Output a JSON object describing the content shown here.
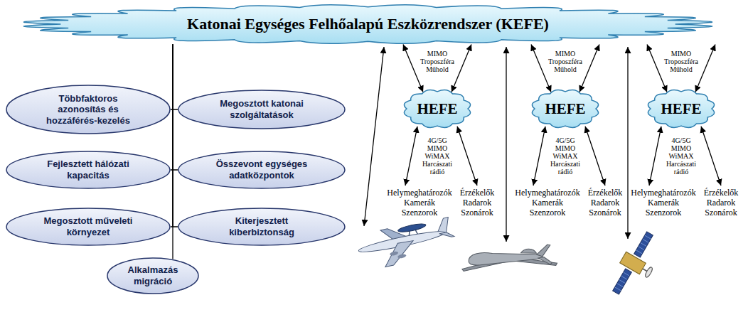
{
  "diagram": {
    "nodes": [
      {
        "text": [
          "Katonai Egységes Felhőalapú Eszközrendszer (KEFE)"
        ]
      },
      {
        "text": [
          "Többfaktoros azonosítás és hozzáférés-kezelés"
        ]
      },
      {
        "text": [
          "Megosztott katonai szolgáltatások"
        ]
      },
      {
        "text": [
          "Fejlesztett hálózati kapacitás"
        ]
      },
      {
        "text": [
          "Összevont egységes adatközpontok"
        ]
      },
      {
        "text": [
          "Megosztott műveleti környezet"
        ]
      },
      {
        "text": [
          "Kiterjesztett kiberbiztonság"
        ]
      },
      {
        "text": [
          "Alkalmazás migráció"
        ]
      },
      {
        "text": [
          "HEFE"
        ]
      },
      {
        "text": [
          "Helymeghatározók Kamerák Szenzorok"
        ]
      },
      {
        "text": [
          "Érzékelők Radarok Szonárok"
        ]
      },
      {
        "text": [
          "HEFE"
        ]
      },
      {
        "text": [
          "Helymeghatározók Kamerák Szenzorok"
        ]
      },
      {
        "text": [
          "Érzékelők Radarok Szonárok"
        ]
      },
      {
        "text": [
          "HEFE"
        ]
      },
      {
        "text": [
          "Helymeghatározók Kamerák Szenzorok"
        ]
      },
      {
        "text": [
          "Érzékelők Radarok Szonárok"
        ]
      }
    ],
    "edges": [
      {
        "from": 0,
        "to": 1,
        "arrow": "none"
      },
      {
        "from": 0,
        "to": 2,
        "arrow": "none"
      },
      {
        "from": 0,
        "to": 3,
        "arrow": "none"
      },
      {
        "from": 0,
        "to": 4,
        "arrow": "none"
      },
      {
        "from": 0,
        "to": 5,
        "arrow": "none"
      },
      {
        "from": 0,
        "to": 6,
        "arrow": "none"
      },
      {
        "from": 0,
        "to": 7,
        "arrow": "none"
      },
      {
        "from": 0,
        "to": 8,
        "arrow": "both"
      },
      {
        "from": 0,
        "to": 8,
        "arrow": "both"
      },
      {
        "from": 8,
        "to": 9,
        "arrow": "both"
      },
      {
        "from": 8,
        "to": 10,
        "arrow": "both"
      },
      {
        "from": 0,
        "to": 11,
        "arrow": "both"
      },
      {
        "from": 0,
        "to": 11,
        "arrow": "both"
      },
      {
        "from": 11,
        "to": 12,
        "arrow": "both"
      },
      {
        "from": 11,
        "to": 13,
        "arrow": "both"
      },
      {
        "from": 0,
        "to": 14,
        "arrow": "both"
      },
      {
        "from": 0,
        "to": 14,
        "arrow": "both"
      },
      {
        "from": 14,
        "to": 15,
        "arrow": "both"
      },
      {
        "from": 14,
        "to": 16,
        "arrow": "both"
      }
    ],
    "labels": [
      "MIMO Troposzféra Műhold",
      "4G/5G MIMO WiMAX Harcászati rádió",
      "MIMO Troposzféra Műhold",
      "4G/5G MIMO WiMAX Harcászati rádió",
      "MIMO Troposzféra Műhold",
      "4G/5G MIMO WiMAX Harcászati rádió"
    ]
  }
}
